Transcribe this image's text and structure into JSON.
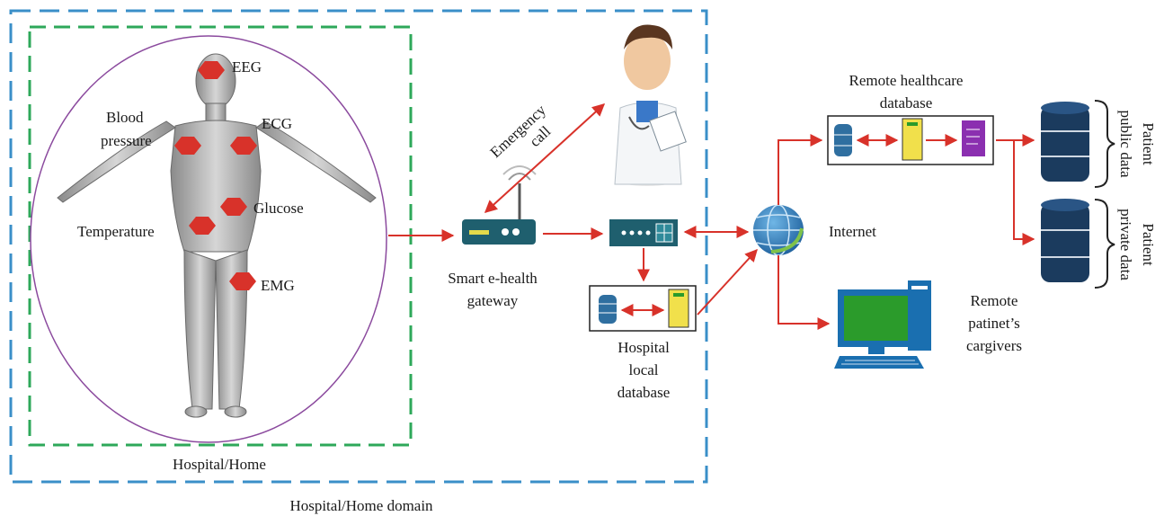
{
  "labels": {
    "eeg": "EEG",
    "blood_pressure_1": "Blood",
    "blood_pressure_2": "pressure",
    "ecg": "ECG",
    "glucose": "Glucose",
    "temperature": "Temperature",
    "emg": "EMG",
    "emergency_1": "Emergency",
    "emergency_2": "call",
    "gateway_1": "Smart e-health",
    "gateway_2": "gateway",
    "local_db_1": "Hospital",
    "local_db_2": "local",
    "local_db_3": "database",
    "remote_db_1": "Remote healthcare",
    "remote_db_2": "database",
    "internet": "Internet",
    "public_1": "Patient",
    "public_2": "public data",
    "private_1": "Patient",
    "private_2": "private data",
    "caregivers_1": "Remote",
    "caregivers_2": "patinet’s",
    "caregivers_3": "cargivers",
    "inner_domain": "Hospital/Home",
    "outer_domain": "Hospital/Home domain"
  },
  "colors": {
    "outer_border": "#3a8fc8",
    "inner_border": "#2ea85a",
    "ellipse": "#8b4a9e",
    "arrow": "#d8322a",
    "sensor": "#d8322a",
    "device": "#1f5f6e",
    "database": "#1b3b5e",
    "monitor_screen": "#2b9b2b"
  },
  "icons": [
    "human-body-icon",
    "sensor-icon",
    "doctor-icon",
    "router-icon",
    "server-icon",
    "database-icon",
    "globe-icon",
    "computer-icon",
    "document-icon",
    "folder-icon"
  ]
}
